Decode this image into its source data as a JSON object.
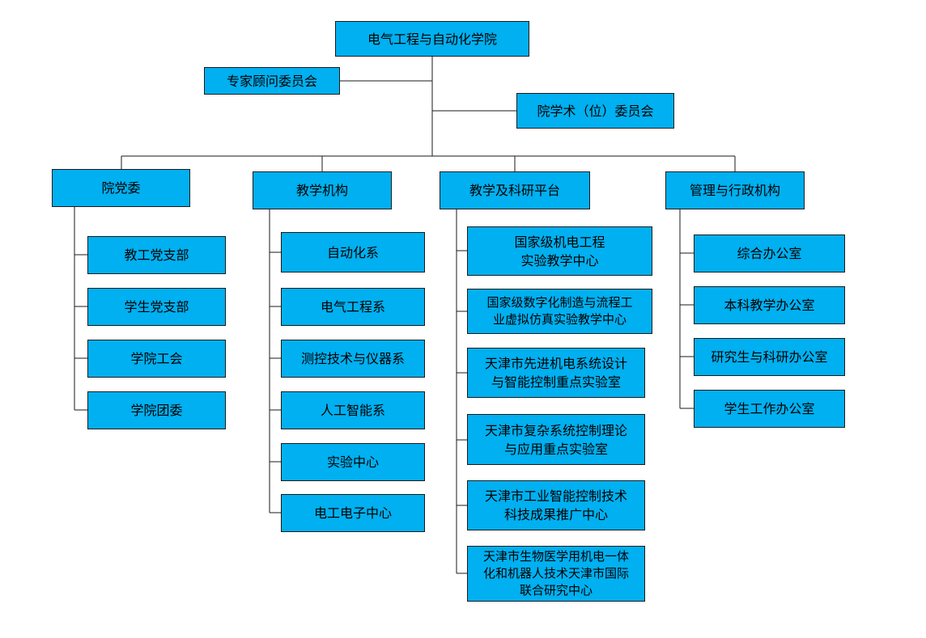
{
  "root": "电气工程与自动化学院",
  "advisory": {
    "expert": "专家顾问委员会",
    "academic": "院学术（位）委员会"
  },
  "branches": [
    {
      "title": "院党委",
      "items": [
        "教工党支部",
        "学生党支部",
        "学院工会",
        "学院团委"
      ]
    },
    {
      "title": "教学机构",
      "items": [
        "自动化系",
        "电气工程系",
        "测控技术与仪器系",
        "人工智能系",
        "实验中心",
        "电工电子中心"
      ]
    },
    {
      "title": "教学及科研平台",
      "items": [
        "国家级机电工程\n实验教学中心",
        "国家级数字化制造与流程工\n业虚拟仿真实验教学中心",
        "天津市先进机电系统设计\n与智能控制重点实验室",
        "天津市复杂系统控制理论\n与应用重点实验室",
        "天津市工业智能控制技术\n科技成果推广中心",
        "天津市生物医学用机电一体\n化和机器人技术天津市国际\n联合研究中心"
      ]
    },
    {
      "title": "管理与行政机构",
      "items": [
        "综合办公室",
        "本科教学办公室",
        "研究生与科研办公室",
        "学生工作办公室"
      ]
    }
  ],
  "colors": {
    "box_fill": "#00b0f0",
    "line": "#1a1a1a"
  }
}
